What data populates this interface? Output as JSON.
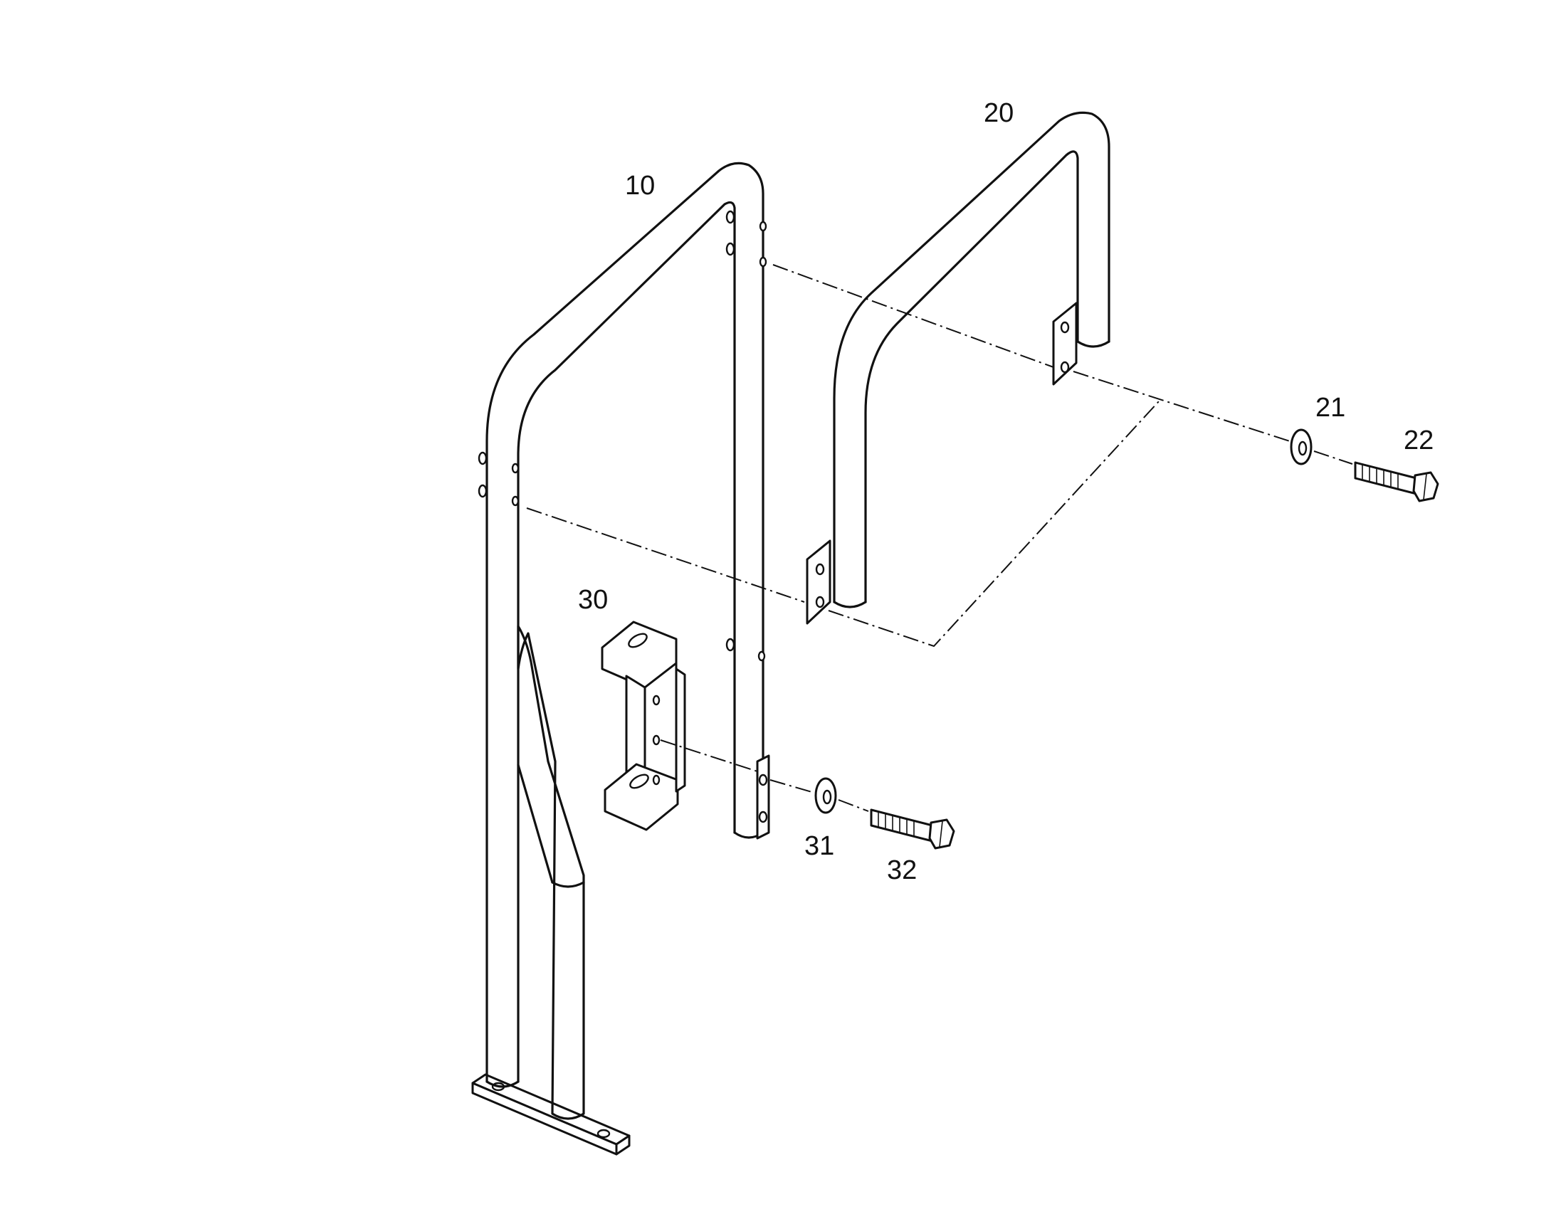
{
  "diagram": {
    "background": "#ffffff",
    "line_color": "#111111",
    "callouts": [
      {
        "id": "p10",
        "text": "10"
      },
      {
        "id": "p20",
        "text": "20"
      },
      {
        "id": "p21",
        "text": "21"
      },
      {
        "id": "p22",
        "text": "22"
      },
      {
        "id": "p30",
        "text": "30"
      },
      {
        "id": "p31",
        "text": "31"
      },
      {
        "id": "p32",
        "text": "32"
      }
    ]
  }
}
